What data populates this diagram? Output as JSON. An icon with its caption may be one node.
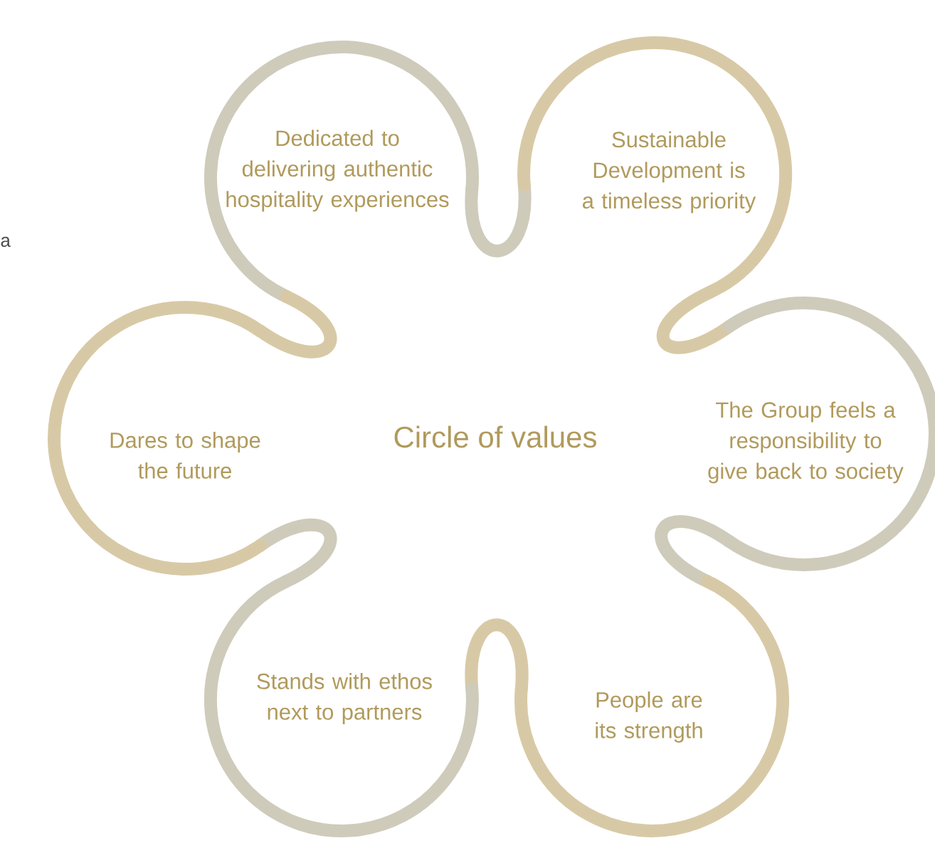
{
  "diagram": {
    "title": "Circle of values",
    "nodes": [
      {
        "text": [
          "Dedicated to delivering authentic hospitality experiences"
        ]
      },
      {
        "text": [
          "Sustainable Development is a timeless priority"
        ]
      },
      {
        "text": [
          "The Group feels a responsibility to give back to society"
        ]
      },
      {
        "text": [
          "People are its strength"
        ]
      },
      {
        "text": [
          "Stands with ethos next to partners"
        ]
      },
      {
        "text": [
          "Dares to shape the future"
        ]
      }
    ],
    "labels": [
      "a"
    ]
  }
}
